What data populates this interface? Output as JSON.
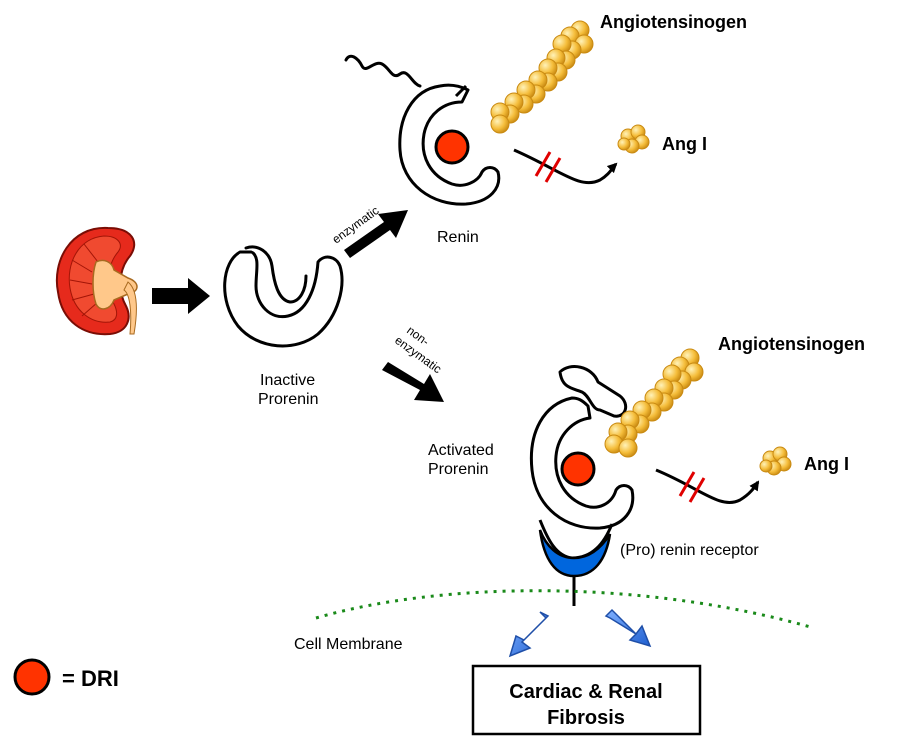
{
  "labels": {
    "angiotensinogen_top": "Angiotensinogen",
    "ang1_top": "Ang I",
    "renin": "Renin",
    "enzymatic": "enzymatic",
    "inactive_prorenin_line1": "Inactive",
    "inactive_prorenin_line2": "Prorenin",
    "non_enzymatic_line1": "non-",
    "non_enzymatic_line2": "enzymatic",
    "angiotensinogen_bottom": "Angiotensinogen",
    "activated_prorenin_line1": "Activated",
    "activated_prorenin_line2": "Prorenin",
    "ang1_bottom": "Ang I",
    "receptor": "(Pro) renin receptor",
    "cell_membrane": "Cell Membrane",
    "outcome_line1": "Cardiac & Renal",
    "outcome_line2": "Fibrosis",
    "legend": "= DRI"
  },
  "colors": {
    "dri": "#ff3300",
    "receptor": "#0066dd",
    "membrane": "#1a8a1a",
    "blocked": "#e00000",
    "angiotensinogen": "#f5bd3a",
    "kidney_outer": "#e62a1c",
    "kidney_inner": "#ffc88a",
    "flow_arrow": "#3a7be0"
  }
}
